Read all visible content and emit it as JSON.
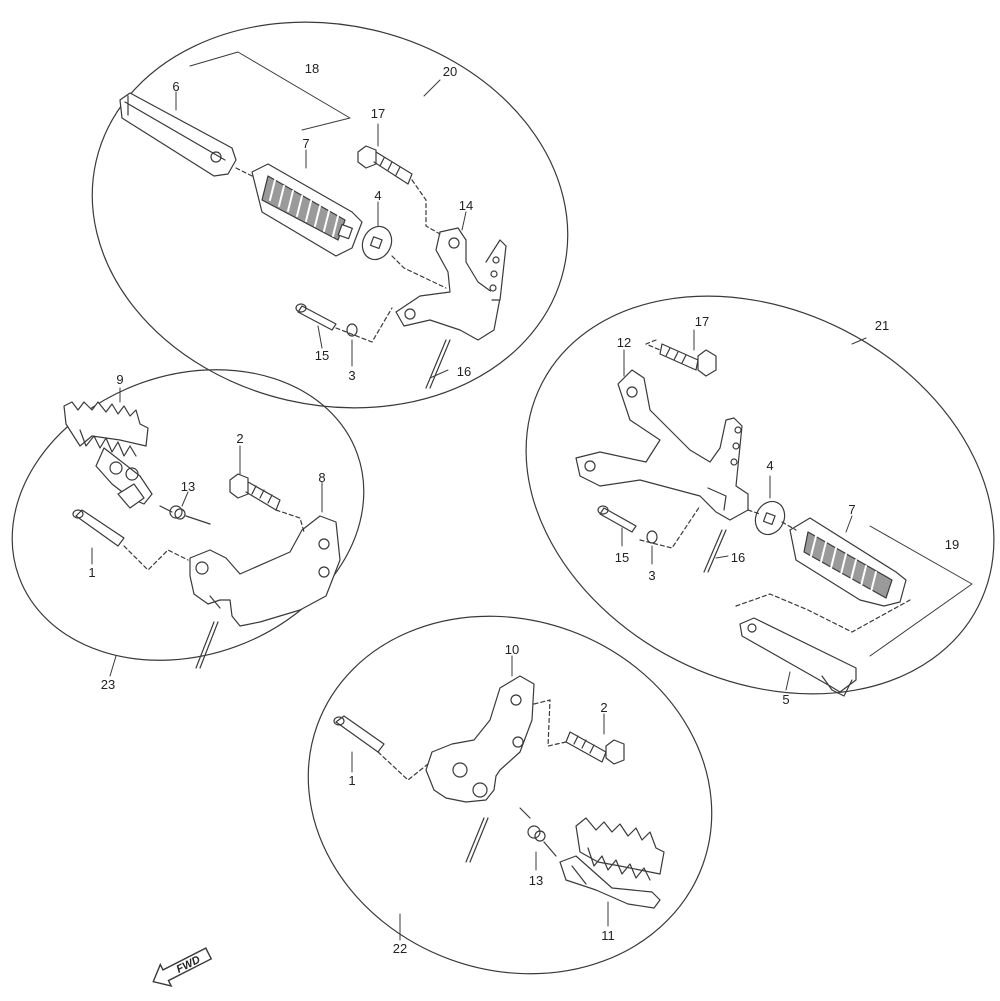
{
  "callouts": {
    "c1a": "1",
    "c1b": "1",
    "c2a": "2",
    "c2b": "2",
    "c3a": "3",
    "c3b": "3",
    "c4a": "4",
    "c4b": "4",
    "c5": "5",
    "c6": "6",
    "c7a": "7",
    "c7b": "7",
    "c8": "8",
    "c9": "9",
    "c10": "10",
    "c11": "11",
    "c12": "12",
    "c13a": "13",
    "c13b": "13",
    "c14": "14",
    "c15a": "15",
    "c15b": "15",
    "c16a": "16",
    "c16b": "16",
    "c17a": "17",
    "c17b": "17",
    "c18": "18",
    "c19": "19",
    "c20": "20",
    "c21": "21",
    "c22": "22",
    "c23": "23"
  },
  "fwd_label": "FWD",
  "colors": {
    "line": "#3a3a3a",
    "fill": "#ffffff",
    "shade": "#9a9a9a"
  }
}
